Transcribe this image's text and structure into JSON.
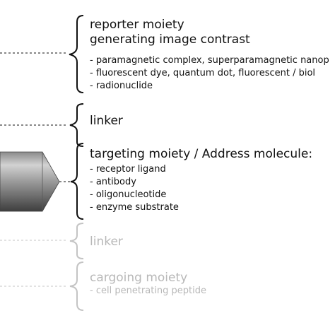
{
  "reporter": {
    "heading_line1": "reporter moiety",
    "heading_line2": "generating image contrast",
    "items": [
      "paramagnetic complex, superparamagnetic nanop",
      "fluorescent dye, quantum dot, fluorescent / biol",
      "radionuclide"
    ]
  },
  "linker_top": {
    "label": "linker"
  },
  "targeting": {
    "heading": "targeting moiety / Address molecule:",
    "items": [
      "receptor ligand",
      "antibody",
      "oligonucleotide",
      "enzyme substrate"
    ]
  },
  "linker_bottom": {
    "label": "linker"
  },
  "cargoing": {
    "heading": "cargoing moiety",
    "items": [
      "cell penetrating peptide"
    ]
  },
  "colors": {
    "active": "#111111",
    "faded": "#b8b8b8"
  }
}
